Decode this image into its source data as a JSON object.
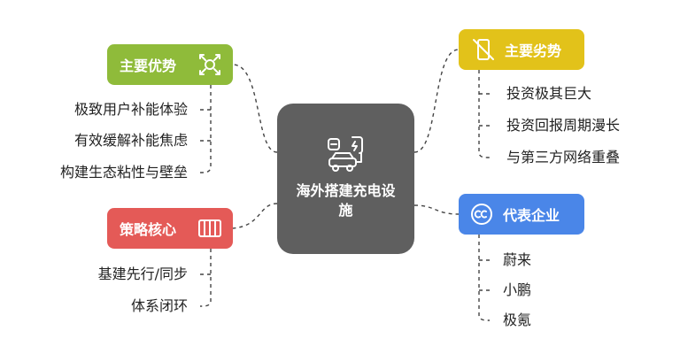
{
  "center": {
    "title": "海外搭建充电设施",
    "icon": "electric-car-charging-icon",
    "color": "#5f5f5f"
  },
  "branches": [
    {
      "id": "advantages",
      "label": "主要优势",
      "icon": "target-arrows-icon",
      "color": "#8fbb3a",
      "leaves": [
        "极致用户补能体验",
        "有效缓解补能焦虑",
        "构建生态粘性与壁垒"
      ]
    },
    {
      "id": "disadvantages",
      "label": "主要劣势",
      "icon": "no-mobile-icon",
      "color": "#e2c21a",
      "leaves": [
        "投资极其巨大",
        "投资回报周期漫长",
        "与第三方网络重叠"
      ]
    },
    {
      "id": "strategy",
      "label": "策略核心",
      "icon": "columns-icon",
      "color": "#e45a57",
      "leaves": [
        "基建先行/同步",
        "体系闭环"
      ]
    },
    {
      "id": "companies",
      "label": "代表企业",
      "icon": "cc-circle-icon",
      "color": "#4a86e8",
      "leaves": [
        "蔚来",
        "小鹏",
        "极氪"
      ]
    }
  ]
}
